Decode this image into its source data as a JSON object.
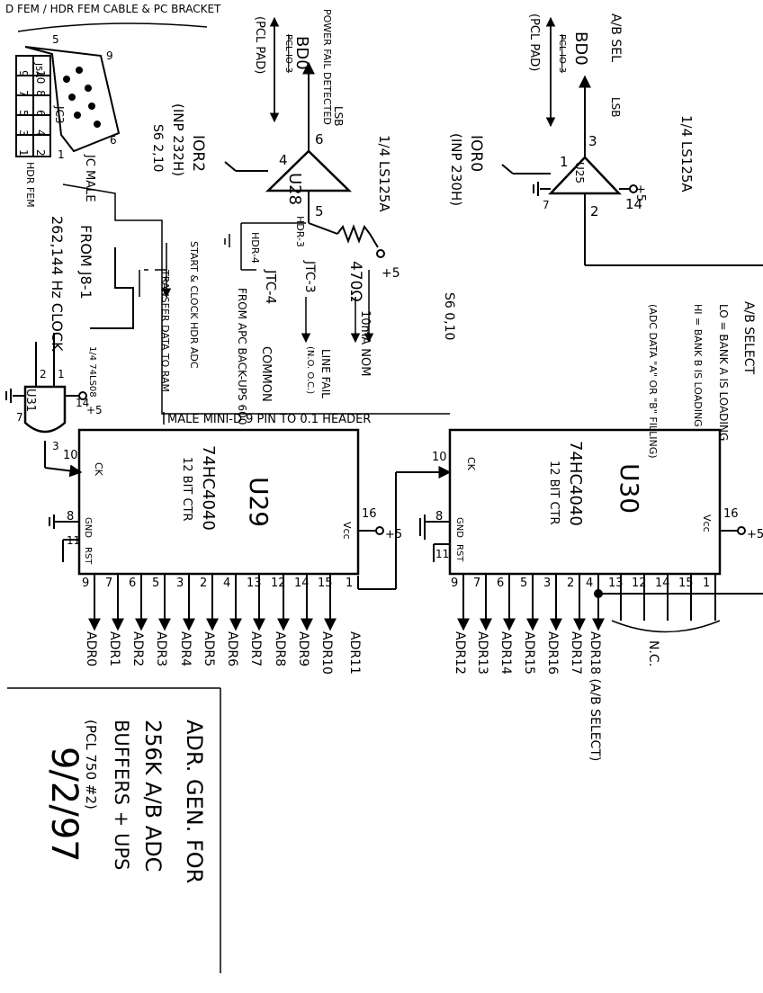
{
  "title_block": {
    "line1": "ADR. GEN. FOR",
    "line2": "256K A/B ADC",
    "line3": "BUFFERS + UPS",
    "line4": "(PCL 750 #2)",
    "date": "9/2/97"
  },
  "connector": {
    "title": "D FEM / HDR FEM CABLE & PC BRACKET",
    "pin_top": "5",
    "pin_9": "9",
    "pin_6": "6",
    "pin_1": "1",
    "label_j5a": "J5A",
    "label_jc3": "JC3",
    "label_jc_male": "JC MALE",
    "label_hdr_fem": "HDR FEM",
    "header_grid": [
      "9",
      "7",
      "5",
      "3",
      "1",
      "10",
      "8",
      "6",
      "4",
      "2"
    ],
    "cable_label": "MALE MINI-D 9 PIN TO 0.1 HEADER"
  },
  "u28": {
    "ref": "U28",
    "part": "1/4 LS125A",
    "in_pin": "4",
    "out_pin": "6",
    "en_pin": "5",
    "in_signal": "IOR2",
    "in_addr": "(INP 232H)",
    "in_bit": "S6 2,10",
    "out_signal": "BD0",
    "out_bit": "LSB",
    "out_note": "POWER FAIL DETECTED",
    "out_dest": "(PCL PAD)",
    "out_dest_struck": "PCL-IO-3",
    "en_label_a": "HDR-3",
    "en_label_b": "JTC-3",
    "en_label_c": "HDR-4",
    "en_label_d": "JTC-4",
    "resistor": "470Ω",
    "pullup": "+5",
    "current_note": "10mA NOM",
    "line_fail": "LINE FAIL",
    "line_fail_note": "(N.O. O.C.)",
    "common": "COMMON",
    "apc_source": "FROM APC BACK-UPS 600"
  },
  "u25": {
    "ref": "U25",
    "part": "1/4 LS125A",
    "in_pin": "1",
    "out_pin": "3",
    "en_pin": "2",
    "vcc_pin": "14",
    "gnd_pin": "7",
    "in_signal": "IOR0",
    "in_addr": "(INP 230H)",
    "in_bit": "S6 0,10",
    "out_signal": "BD0",
    "out_bit": "LSB",
    "out_label": "A/B SEL",
    "out_dest": "(PCL PAD)",
    "out_dest_struck": "PCL-IO-3",
    "pullup": "+5"
  },
  "ab_select_note": {
    "title": "A/B SELECT",
    "lo": "LO = BANK A IS LOADING",
    "hi": "HI = BANK B IS LOADING",
    "tail": "(ADC DATA \"A\" OR \"B\" FILLING)"
  },
  "clock": {
    "source": "FROM J8-1",
    "freq": "262,144 Hz CLOCK",
    "timing_1": "START & CLOCK HDR ADC",
    "timing_2": "TRANSFER DATA TO RAM",
    "gate_ref": "U31",
    "gate_part": "1/4 74LS08",
    "gate_pins": [
      "1",
      "2",
      "3",
      "7",
      "14"
    ],
    "gate_pullup": "+5"
  },
  "u29": {
    "ref": "U29",
    "part": "74HC4040",
    "desc": "12 BIT CTR",
    "ck": "CK",
    "ck_pin": "10",
    "gnd": "GND",
    "gnd_pin": "8",
    "rst": "RST",
    "rst_pin": "11",
    "vcc": "Vcc",
    "vcc_pin": "16",
    "pullup": "+5",
    "pins": [
      "9",
      "7",
      "6",
      "5",
      "3",
      "2",
      "4",
      "13",
      "12",
      "14",
      "15",
      "1"
    ],
    "outputs": [
      "ADR0",
      "ADR1",
      "ADR2",
      "ADR3",
      "ADR4",
      "ADR5",
      "ADR6",
      "ADR7",
      "ADR8",
      "ADR9",
      "ADR10",
      "ADR11"
    ]
  },
  "u30": {
    "ref": "U30",
    "part": "74HC4040",
    "desc": "12 BIT CTR",
    "ck": "CK",
    "ck_pin": "10",
    "gnd": "GND",
    "gnd_pin": "8",
    "rst": "RST",
    "rst_pin": "11",
    "vcc": "Vcc",
    "vcc_pin": "16",
    "pullup": "+5",
    "pins": [
      "9",
      "7",
      "6",
      "5",
      "3",
      "2",
      "4",
      "13",
      "12",
      "14",
      "15",
      "1"
    ],
    "outputs": [
      "ADR12",
      "ADR13",
      "ADR14",
      "ADR15",
      "ADR16",
      "ADR17",
      "ADR18 (A/B SELECT)"
    ],
    "nc": "N.C."
  }
}
